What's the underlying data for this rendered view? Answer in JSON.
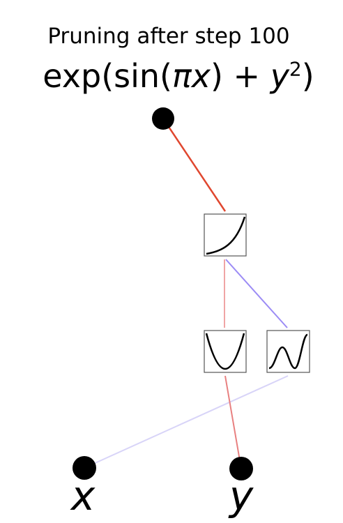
{
  "title": "Pruning after step 100",
  "formula": {
    "func_exp": "exp(sin(",
    "pi": "π",
    "x": "x",
    "close_plus": ") + ",
    "y": "y",
    "exponent": "2",
    "close": ")"
  },
  "inputs": {
    "x_label": "x",
    "y_label": "y"
  },
  "activations": {
    "output": "cubic-like increasing curve",
    "hidden_left": "parabola",
    "hidden_right": "sine wave"
  },
  "colors": {
    "edge_output": "#e0472f",
    "edge_hidden_to_left": "#f0a5a5",
    "edge_hidden_to_right": "#9c8cf5",
    "edge_x_to_sine": "#d8d4f8",
    "edge_y_to_parabola": "#e88080",
    "node": "#000000",
    "box_border": "#555555"
  }
}
